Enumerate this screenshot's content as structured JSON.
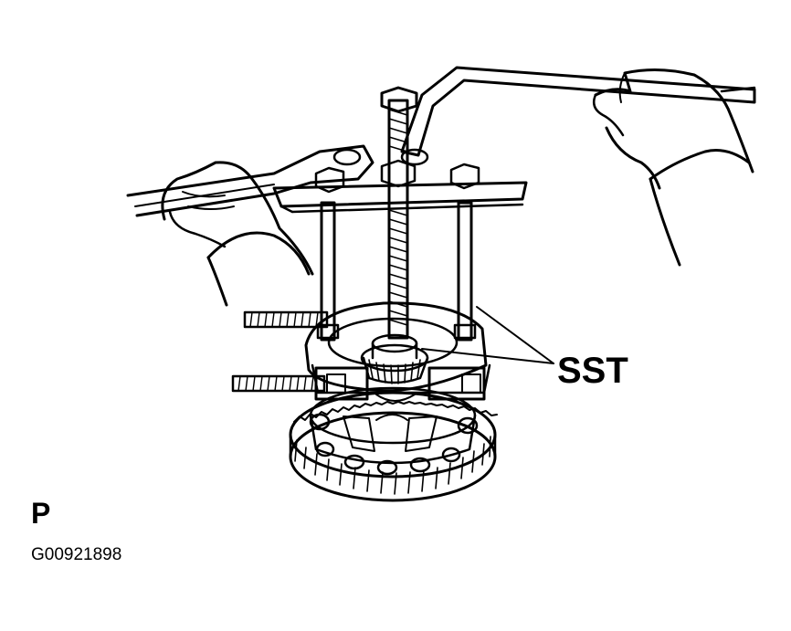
{
  "callout": {
    "label": "SST"
  },
  "corner_letter": "P",
  "figure_code": "G00921898",
  "colors": {
    "ink": "#000000",
    "paper": "#ffffff"
  },
  "icons": [
    "hand-icon",
    "wrench-icon",
    "bearing-puller-icon",
    "gear-icon"
  ]
}
